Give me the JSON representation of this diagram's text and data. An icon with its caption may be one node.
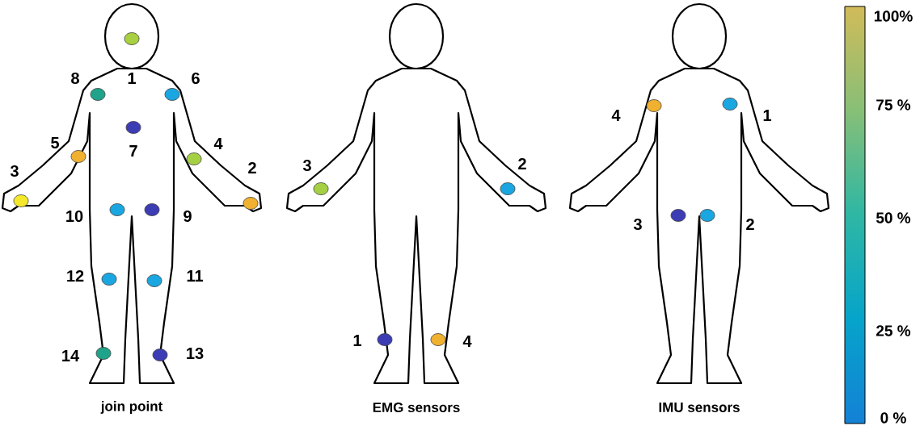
{
  "diagram": {
    "nodes": [
      {
        "text": [],
        "shape": "circle",
        "beside": [
          "1"
        ]
      },
      {
        "text": [],
        "shape": "circle",
        "beside": [
          "8"
        ]
      },
      {
        "text": [],
        "shape": "circle",
        "beside": [
          "6"
        ]
      },
      {
        "text": [],
        "shape": "circle",
        "beside": [
          "7"
        ]
      },
      {
        "text": [],
        "shape": "circle",
        "beside": [
          "5"
        ]
      },
      {
        "text": [],
        "shape": "circle",
        "beside": [
          "4"
        ]
      },
      {
        "text": [],
        "shape": "circle",
        "beside": [
          "3"
        ]
      },
      {
        "text": [],
        "shape": "circle",
        "beside": [
          "2"
        ]
      },
      {
        "text": [],
        "shape": "circle",
        "beside": [
          "10"
        ]
      },
      {
        "text": [],
        "shape": "circle",
        "beside": [
          "9"
        ]
      },
      {
        "text": [],
        "shape": "circle",
        "beside": [
          "12"
        ]
      },
      {
        "text": [],
        "shape": "circle",
        "beside": [
          "11"
        ]
      },
      {
        "text": [],
        "shape": "circle",
        "beside": [
          "14"
        ]
      },
      {
        "text": [],
        "shape": "circle",
        "beside": [
          "13"
        ]
      },
      {
        "text": [],
        "shape": "circle",
        "beside": [
          "3"
        ]
      },
      {
        "text": [],
        "shape": "circle",
        "beside": [
          "2"
        ]
      },
      {
        "text": [],
        "shape": "circle",
        "beside": [
          "1"
        ]
      },
      {
        "text": [],
        "shape": "circle",
        "beside": [
          "4"
        ]
      },
      {
        "text": [],
        "shape": "circle",
        "beside": [
          "4"
        ]
      },
      {
        "text": [],
        "shape": "circle",
        "beside": [
          "1"
        ]
      },
      {
        "text": [],
        "shape": "circle",
        "beside": [
          "3"
        ]
      },
      {
        "text": [],
        "shape": "circle",
        "beside": [
          "2"
        ]
      }
    ],
    "labels": [
      "100%",
      "75 %",
      "50 %",
      "25 %",
      "join point",
      "EMG sensors",
      "IMU sensors",
      "0 %"
    ]
  }
}
